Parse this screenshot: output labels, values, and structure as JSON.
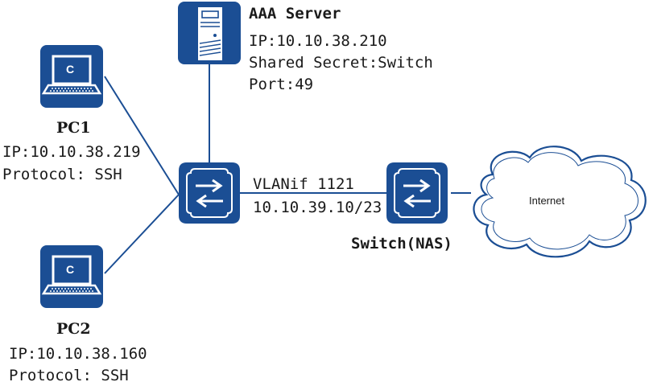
{
  "aaa_server": {
    "name": "AAA Server",
    "ip": "IP:10.10.38.210",
    "shared_secret": "Shared Secret:Switch",
    "port": "Port:49"
  },
  "pc1": {
    "name": "PC1",
    "ip": "IP:10.10.38.219",
    "protocol": "Protocol: SSH",
    "icon_letter": "C"
  },
  "pc2": {
    "name": "PC2",
    "ip": "IP:10.10.38.160",
    "protocol": "Protocol: SSH",
    "icon_letter": "C"
  },
  "link": {
    "vlanif": "VLANif 1121",
    "address": "10.10.39.10/23"
  },
  "nas_switch": {
    "name": "Switch(NAS)"
  },
  "cloud": {
    "label": "Internet"
  },
  "colors": {
    "device_blue": "#1b4e94",
    "line_blue": "#1b4e94",
    "text": "#1a1a1a"
  },
  "icons": {
    "pc": "computer-icon",
    "server": "server-icon",
    "switch": "switch-icon",
    "cloud": "cloud-icon"
  }
}
